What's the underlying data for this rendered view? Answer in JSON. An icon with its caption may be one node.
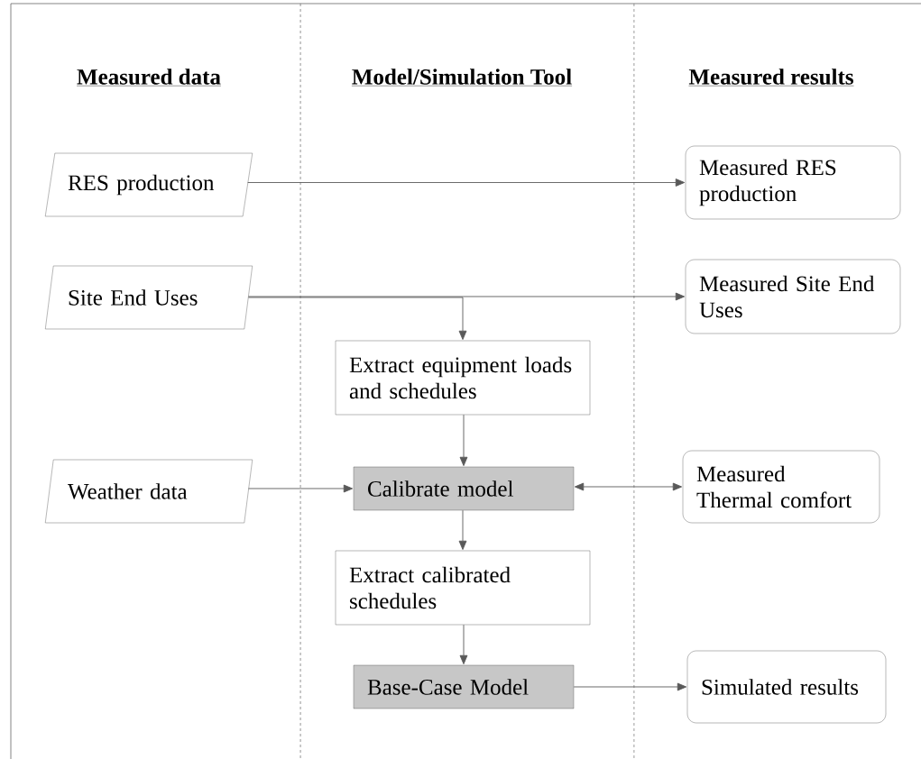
{
  "diagram": {
    "nodes": [
      {
        "text": [
          "RES production"
        ]
      },
      {
        "text": [
          "Site End Uses"
        ]
      },
      {
        "text": [
          "Weather data"
        ]
      },
      {
        "text": [
          "Measured RES production"
        ]
      },
      {
        "text": [
          "Measured Site End Uses"
        ]
      },
      {
        "text": [
          "Extract equipment loads and schedules"
        ]
      },
      {
        "text": [
          "Calibrate model"
        ]
      },
      {
        "text": [
          "Measured Thermal comfort"
        ]
      },
      {
        "text": [
          "Extract calibrated schedules"
        ]
      },
      {
        "text": [
          "Base-Case Model"
        ]
      },
      {
        "text": [
          "Simulated results"
        ]
      }
    ],
    "edges": [
      {
        "from": 0,
        "to": 3,
        "arrow": "to"
      },
      {
        "from": 1,
        "to": 4,
        "arrow": "to"
      },
      {
        "from": 1,
        "to": 5,
        "arrow": "to"
      },
      {
        "from": 5,
        "to": 6,
        "arrow": "to"
      },
      {
        "from": 2,
        "to": 6,
        "arrow": "to"
      },
      {
        "from": 6,
        "to": 7,
        "arrow": "both"
      },
      {
        "from": 6,
        "to": 8,
        "arrow": "to"
      },
      {
        "from": 8,
        "to": 9,
        "arrow": "to"
      },
      {
        "from": 9,
        "to": 10,
        "arrow": "to"
      }
    ],
    "labels": [
      "Measured data",
      "Model/Simulation Tool",
      "Measured results"
    ]
  }
}
